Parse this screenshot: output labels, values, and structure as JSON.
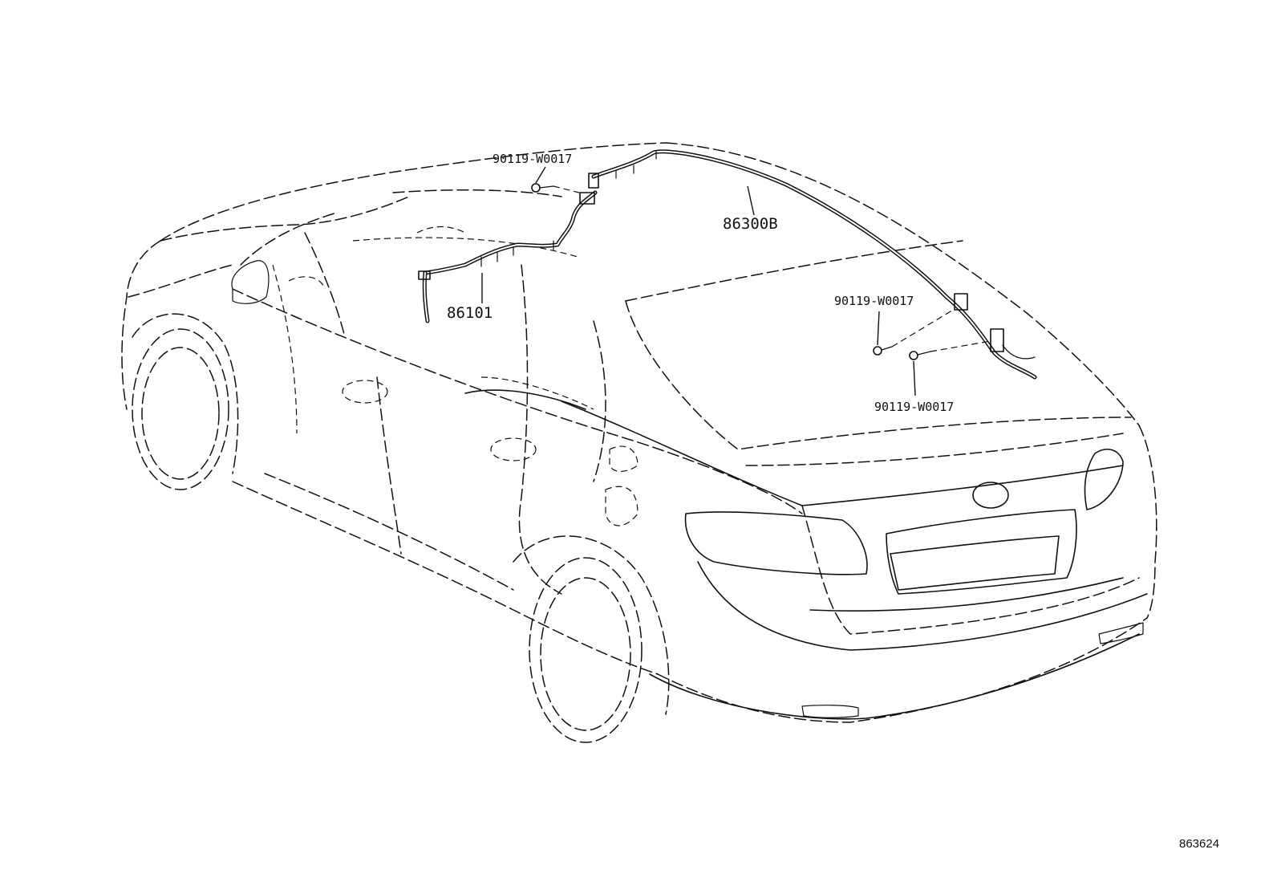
{
  "callouts": {
    "bolt_top": "90119-W0017",
    "roof_harness": "86300B",
    "front_harness": "86101",
    "bolt_right_upper": "90119-W0017",
    "bolt_right_lower": "90119-W0017"
  },
  "figure_ref": "863624"
}
